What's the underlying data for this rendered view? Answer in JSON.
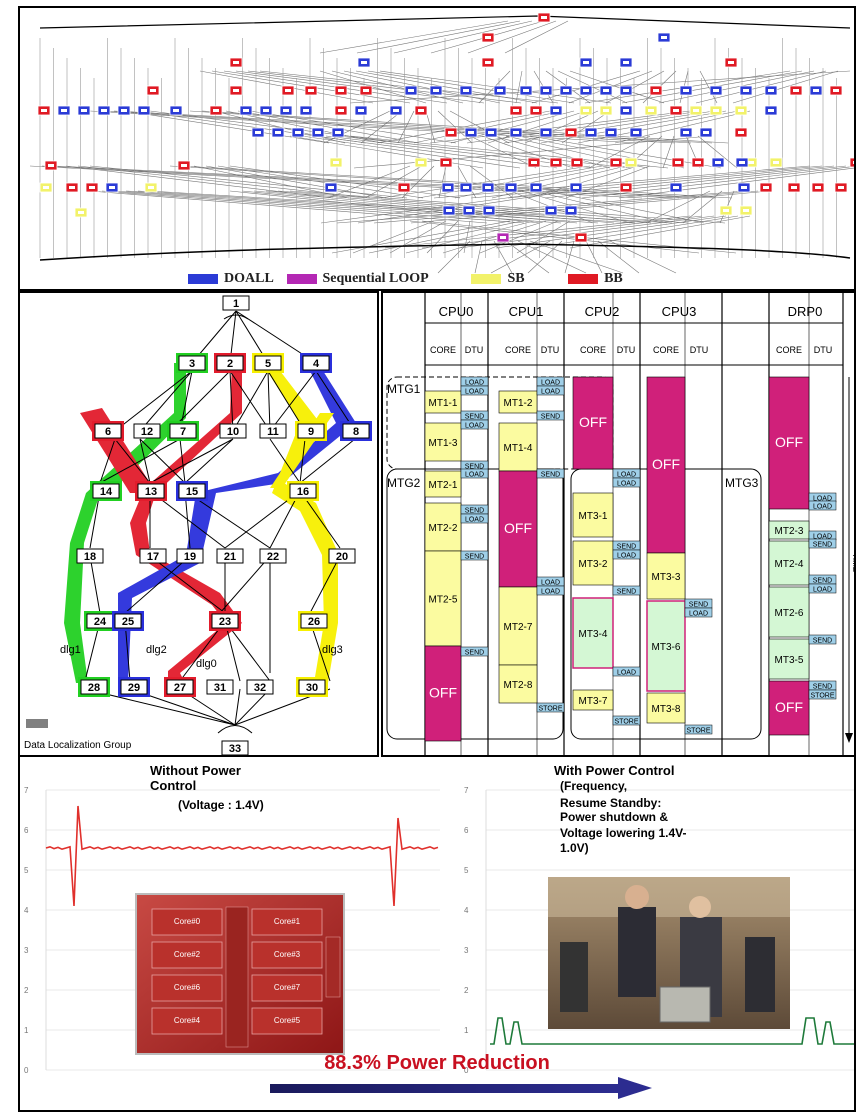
{
  "legend": {
    "items": [
      {
        "label": "DOALL",
        "color": "#2b3bd6"
      },
      {
        "label": "Sequential LOOP",
        "color": "#b428b4"
      },
      {
        "label": "SB",
        "color": "#f2f26a"
      },
      {
        "label": "BB",
        "color": "#e01a24"
      }
    ]
  },
  "taskgraph": {
    "nodes": [
      "1",
      "2",
      "3",
      "4",
      "5",
      "6",
      "7",
      "8",
      "9",
      "10",
      "11",
      "12",
      "13",
      "14",
      "15",
      "16",
      "17",
      "18",
      "19",
      "20",
      "21",
      "22",
      "23",
      "24",
      "25",
      "26",
      "27",
      "28",
      "29",
      "30",
      "31",
      "32",
      "33"
    ],
    "groups": [
      "dlg0",
      "dlg1",
      "dlg2",
      "dlg3"
    ],
    "caption": "Data Localization Group"
  },
  "schedule": {
    "cpus": [
      "CPU0",
      "CPU1",
      "CPU2",
      "CPU3",
      "DRP0"
    ],
    "core_label": "CORE",
    "dtu_label": "DTU",
    "mtg1": "MTG1",
    "mtg2": "MTG2",
    "mtg3": "MTG3",
    "time_label": "TIME",
    "off": "OFF",
    "tasks": {
      "mt1_1": "MT1-1",
      "mt1_2": "MT1-2",
      "mt1_3": "MT1-3",
      "mt1_4": "MT1-4",
      "mt2_1": "MT2-1",
      "mt2_2": "MT2-2",
      "mt2_5": "MT2-5",
      "mt2_7": "MT2-7",
      "mt2_8": "MT2-8",
      "mt3_1": "MT3-1",
      "mt3_2": "MT3-2",
      "mt3_4": "MT3-4",
      "mt3_7": "MT3-7",
      "mt3_3": "MT3-3",
      "mt3_6": "MT3-6",
      "mt3_8": "MT3-8",
      "mt2_3": "MT2-3",
      "mt2_4": "MT2-4",
      "mt2_6": "MT2-6",
      "mt3_5": "MT3-5"
    },
    "dtu": {
      "load": "LOAD",
      "send": "SEND",
      "store": "STORE"
    }
  },
  "power": {
    "left_title_1": "Without Power",
    "left_title_2": "Control",
    "left_title_3": "(Voltage : 1.4V)",
    "right_title_1": "With Power Control",
    "right_title_2": "(Frequency,",
    "right_title_3": "Resume Standby:",
    "right_title_4": "Power shutdown &",
    "right_title_5": "Voltage lowering 1.4V-",
    "right_title_6": "1.0V)",
    "y_ticks": [
      "0",
      "1",
      "2",
      "3",
      "4",
      "5",
      "6",
      "7"
    ],
    "reduction": "88.3% Power Reduction",
    "chip_cores": [
      "Core#0",
      "Core#1",
      "Core#2",
      "Core#3",
      "Core#6",
      "Core#7",
      "Core#4",
      "Core#5"
    ]
  },
  "chart_data": [
    {
      "type": "line",
      "title": "Without Power Control",
      "ylim": [
        0,
        7
      ],
      "series": [
        {
          "values": [
            5.55,
            5.55,
            5.55,
            5.55,
            5.55
          ]
        }
      ]
    },
    {
      "type": "line",
      "title": "With Power Control",
      "ylim": [
        0,
        7
      ],
      "series": [
        {
          "values": [
            0.65,
            0.65,
            0.65,
            0.65,
            0.65
          ]
        }
      ]
    }
  ]
}
